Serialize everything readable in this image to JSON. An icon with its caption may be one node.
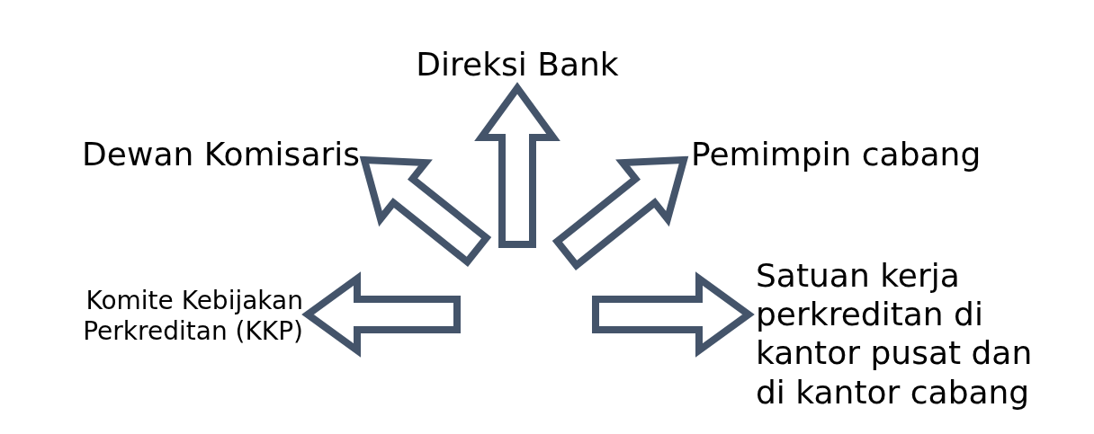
{
  "diagram": {
    "nodes": [
      {
        "text": [
          "Direksi Bank"
        ]
      },
      {
        "text": [
          "Dewan Komisaris"
        ]
      },
      {
        "text": [
          "Pemimpin cabang"
        ]
      },
      {
        "text": [
          "Komite Kebijakan Perkreditan (KKP)"
        ]
      },
      {
        "text": [
          "Satuan kerja perkreditan di kantor pusat dan di kantor cabang"
        ]
      }
    ],
    "edges": [
      {
        "from": null,
        "to": 0,
        "arrow": "to"
      },
      {
        "from": null,
        "to": 1,
        "arrow": "to"
      },
      {
        "from": null,
        "to": 2,
        "arrow": "to"
      },
      {
        "from": null,
        "to": 3,
        "arrow": "to"
      },
      {
        "from": null,
        "to": 4,
        "arrow": "to"
      }
    ]
  }
}
